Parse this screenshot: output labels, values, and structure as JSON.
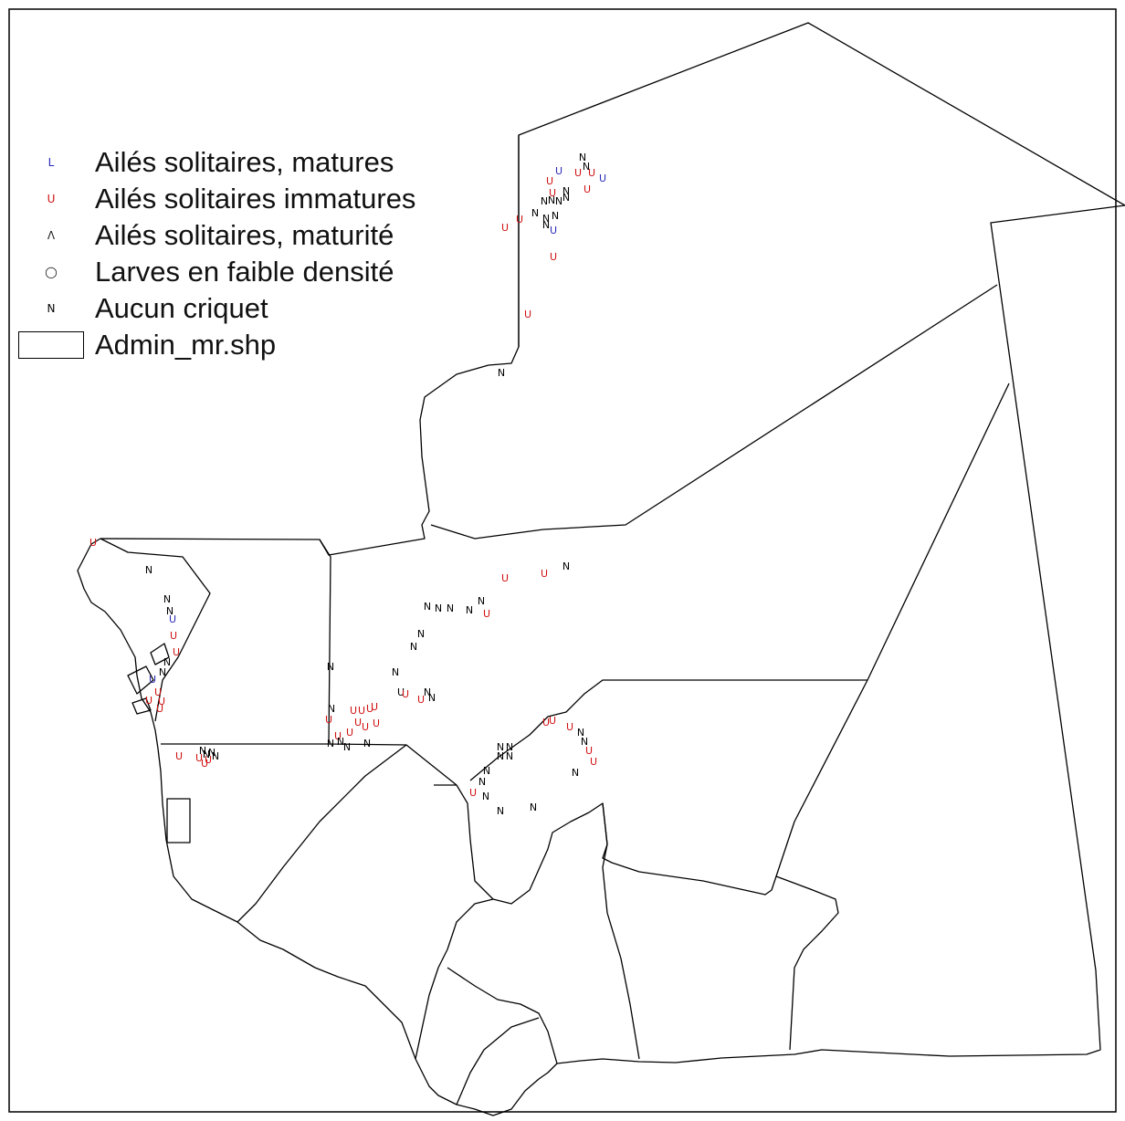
{
  "map": {
    "colors": {
      "mature": "#2a2ab8",
      "immature": "#d01010",
      "maturing": "#222222",
      "larvae": "#000000",
      "none": "#000000",
      "boundary": "#000000"
    }
  },
  "legend": {
    "items": [
      {
        "label": "Ailés solitaires, matures",
        "symbol": "L",
        "icon": "mature-adult-icon"
      },
      {
        "label": "Ailés solitaires immatures",
        "symbol": "U",
        "icon": "immature-adult-icon"
      },
      {
        "label": "Ailés solitaires, maturité",
        "symbol": "Λ",
        "icon": "maturing-adult-icon"
      },
      {
        "label": "Larves en faible densité",
        "symbol": "◯",
        "icon": "low-density-larvae-icon"
      },
      {
        "label": "Aucun criquet",
        "symbol": "N",
        "icon": "no-locust-icon"
      },
      {
        "label": "Admin_mr.shp",
        "symbol": "box",
        "icon": "admin-layer-box-icon"
      }
    ]
  }
}
